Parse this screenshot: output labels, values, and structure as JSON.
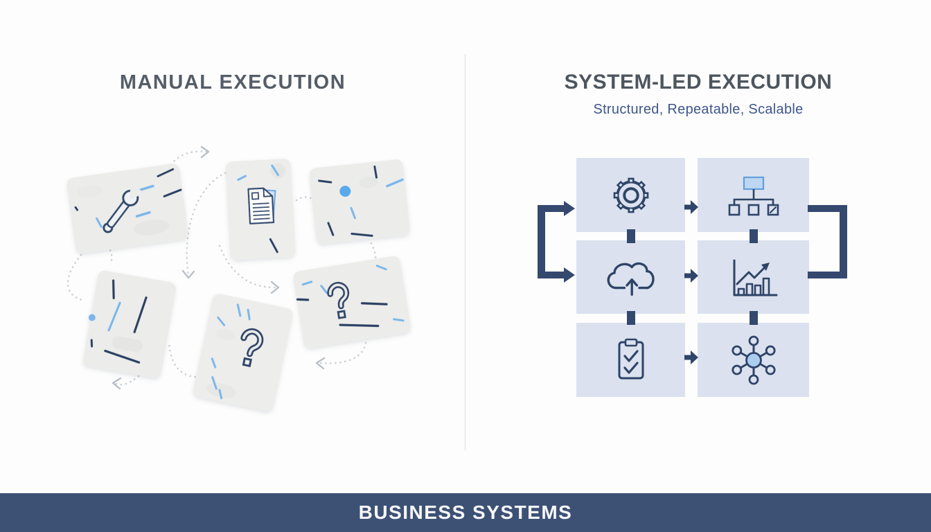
{
  "left_panel": {
    "title": "MANUAL EXECUTION",
    "cards": [
      {
        "id": "wrench-card",
        "icon": "wrench-icon"
      },
      {
        "id": "document-card",
        "icon": "document-icon"
      },
      {
        "id": "dot-card",
        "icon": "dot-icon"
      },
      {
        "id": "lines-card",
        "icon": "lines-icon"
      },
      {
        "id": "question-card-portrait",
        "icon": "question-mark-icon"
      },
      {
        "id": "question-card-landscape",
        "icon": "question-mark-icon"
      }
    ]
  },
  "right_panel": {
    "title": "SYSTEM-LED EXECUTION",
    "subtitle": "Structured, Repeatable, Scalable",
    "grid_cells": [
      {
        "row": 1,
        "col": 1,
        "icon": "gear-icon"
      },
      {
        "row": 1,
        "col": 2,
        "icon": "org-chart-icon"
      },
      {
        "row": 2,
        "col": 1,
        "icon": "cloud-upload-icon"
      },
      {
        "row": 2,
        "col": 2,
        "icon": "growth-chart-icon"
      },
      {
        "row": 3,
        "col": 1,
        "icon": "clipboard-check-icon"
      },
      {
        "row": 3,
        "col": 2,
        "icon": "network-hub-icon"
      }
    ]
  },
  "footer": {
    "label": "BUSINESS SYSTEMS"
  },
  "colors": {
    "icon_navy": "#2e4468",
    "flow_navy": "#35496f",
    "cell_bg": "#dbe1ee",
    "footer_bg": "#3d5175",
    "accent_blue": "#58aaec",
    "title_gray": "#545d68",
    "subtitle_blue": "#3e568b",
    "card_bg": "#ececea",
    "dashed_arc_gray": "#c9ced4"
  }
}
